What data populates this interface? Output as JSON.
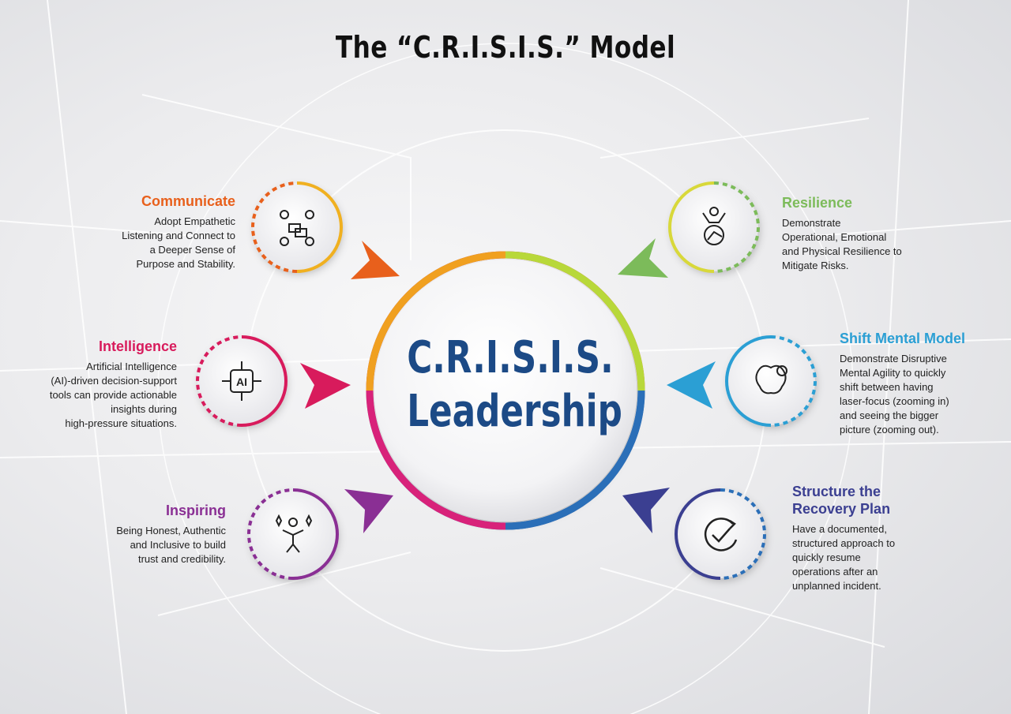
{
  "title": "The “C.R.I.S.I.S.” Model",
  "center": {
    "line1": "C.R.I.S.I.S.",
    "line2": "Leadership"
  },
  "items": [
    {
      "title": "Communicate",
      "color": "#e8601c",
      "lines": [
        "Adopt Empathetic",
        "Listening and Connect to",
        "a Deeper Sense of",
        "Purpose and Stability."
      ],
      "icon": "team-chat-icon"
    },
    {
      "title": "Intelligence",
      "color": "#d81b5c",
      "lines": [
        "Artificial Intelligence",
        "(AI)-driven decision-support",
        "tools can provide actionable",
        "insights during",
        "high-pressure situations."
      ],
      "icon": "ai-chip-icon",
      "icon_text": "AI"
    },
    {
      "title": "Inspiring",
      "color": "#8a2f94",
      "lines": [
        "Being Honest, Authentic",
        "and Inclusive to build",
        "trust and credibility."
      ],
      "icon": "person-sparkles-icon"
    },
    {
      "title": "Resilience",
      "color": "#7cbb5a",
      "lines": [
        "Demonstrate",
        "Operational, Emotional",
        "and Physical Resilience to",
        "Mitigate Risks."
      ],
      "icon": "person-gear-icon"
    },
    {
      "title": "Shift Mental Model",
      "color": "#2b9fd4",
      "lines": [
        "Demonstrate Disruptive",
        "Mental Agility to quickly",
        "shift between having",
        "laser-focus (zooming in)",
        "and seeing the bigger",
        "picture (zooming out)."
      ],
      "icon": "brain-gear-icon"
    },
    {
      "title": "Structure the Recovery Plan",
      "title_lines": [
        "Structure the",
        "Recovery Plan"
      ],
      "color": "#3b3f91",
      "lines": [
        "Have a documented,",
        "structured approach to",
        "quickly resume",
        "operations after an",
        "unplanned incident."
      ],
      "icon": "check-refresh-icon"
    }
  ]
}
